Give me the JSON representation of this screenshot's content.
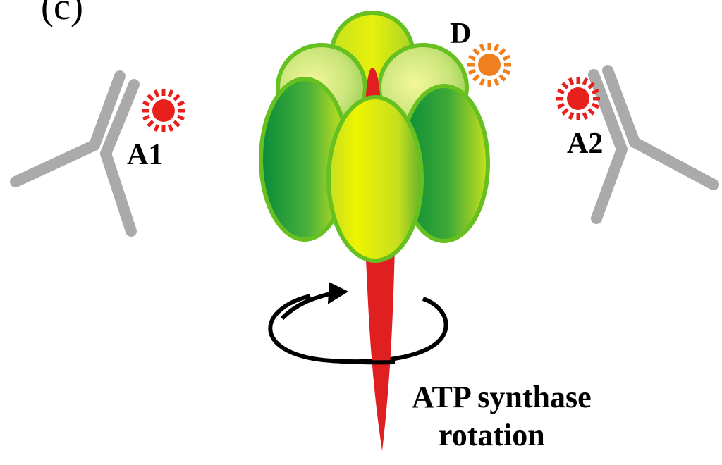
{
  "panel_label": "(c)",
  "labels": {
    "antibody_1": "A1",
    "antibody_2": "A2",
    "donor": "D",
    "caption_line1": "ATP synthase",
    "caption_line2": "rotation"
  },
  "colors": {
    "antibody": "#aaaaaa",
    "acceptor_dye": "#e8201c",
    "donor_dye": "#f07f1e",
    "stalk": "#e02020",
    "subunit_dark": "#0a8a3a",
    "subunit_light": "#e8f000",
    "subunit_outline": "#66c020",
    "arrow": "#000000"
  },
  "icons": {
    "antibody_1": "y-shaped-antibody-icon",
    "antibody_2": "y-shaped-antibody-icon",
    "acceptor_1": "sunburst-dye-icon",
    "acceptor_2": "sunburst-dye-icon",
    "donor": "sunburst-dye-icon",
    "rotation": "circular-arrow-icon"
  }
}
